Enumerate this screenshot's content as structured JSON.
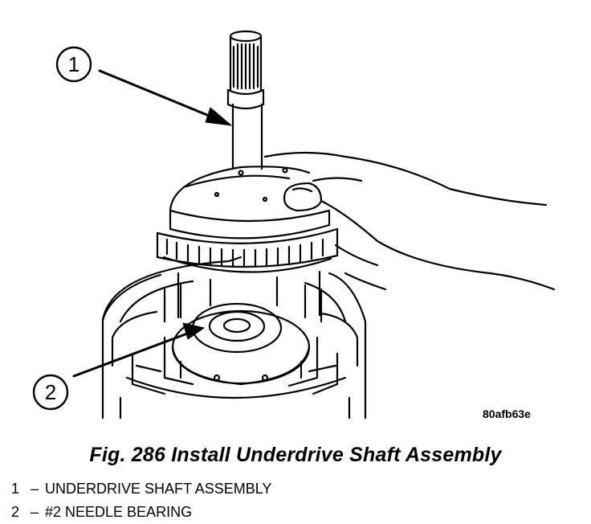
{
  "figure": {
    "caption": "Fig. 286 Install Underdrive Shaft Assembly",
    "image_id": "80afb63e",
    "callouts": [
      {
        "number": "1"
      },
      {
        "number": "2"
      }
    ]
  },
  "legend": {
    "items": [
      {
        "number": "1",
        "separator": "–",
        "label": "UNDERDRIVE SHAFT ASSEMBLY"
      },
      {
        "number": "2",
        "separator": "–",
        "label": "#2 NEEDLE BEARING"
      }
    ]
  }
}
